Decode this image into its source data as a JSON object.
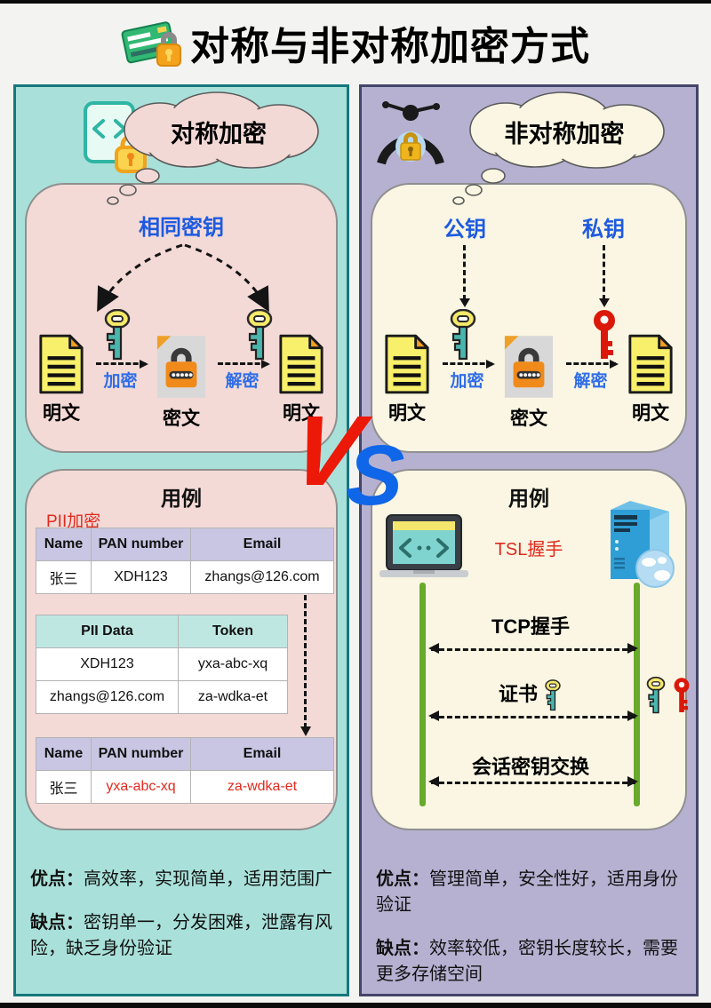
{
  "page": {
    "title": "对称与非对称加密方式"
  },
  "vs": {
    "v": "V",
    "s": "S"
  },
  "colors": {
    "left_panel_bg": "#a9e1da",
    "left_panel_border": "#15787d",
    "right_panel_bg": "#b6b1d1",
    "right_panel_border": "#45456a",
    "left_box_bg": "#f3dad6",
    "right_box_bg": "#faf6e3",
    "blue_label": "#1d5ae0",
    "red_accent": "#e02a1e",
    "lifeline_green": "#68aa2b",
    "header_lavender": "#c9c6e3",
    "header_teal": "#bfe7e2",
    "vs_red": "#ec1808",
    "vs_blue": "#0f66e8"
  },
  "left": {
    "bubble": "对称加密",
    "diagram": {
      "top_label": "相同密钥",
      "source_label": "明文",
      "encrypt_label": "加密",
      "cipher_label": "密文",
      "decrypt_label": "解密",
      "target_label": "明文"
    },
    "usecase": {
      "title": "用例",
      "tag": "PII加密",
      "table1": {
        "headers": [
          "Name",
          "PAN number",
          "Email"
        ],
        "row": [
          "张三",
          "XDH123",
          "zhangs@126.com"
        ]
      },
      "table2": {
        "headers": [
          "PII Data",
          "Token"
        ],
        "rows": [
          [
            "XDH123",
            "yxa-abc-xq"
          ],
          [
            "zhangs@126.com",
            "za-wdka-et"
          ]
        ]
      },
      "table3": {
        "headers": [
          "Name",
          "PAN number",
          "Email"
        ],
        "row": [
          "张三",
          "yxa-abc-xq",
          "za-wdka-et"
        ]
      }
    },
    "pros_label": "优点：",
    "pros": "高效率，实现简单，适用范围广",
    "cons_label": "缺点：",
    "cons": "密钥单一，分发困难，泄露有风险，缺乏身份验证"
  },
  "right": {
    "bubble": "非对称加密",
    "diagram": {
      "public_key_label": "公钥",
      "private_key_label": "私钥",
      "source_label": "明文",
      "encrypt_label": "加密",
      "cipher_label": "密文",
      "decrypt_label": "解密",
      "target_label": "明文"
    },
    "usecase": {
      "title": "用例",
      "tag": "TSL握手",
      "messages": [
        "TCP握手",
        "证书",
        "会话密钥交换"
      ]
    },
    "pros_label": "优点：",
    "pros": "管理简单，安全性好，适用身份验证",
    "cons_label": "缺点：",
    "cons": "效率较低，密钥长度较长，需要更多存储空间"
  }
}
